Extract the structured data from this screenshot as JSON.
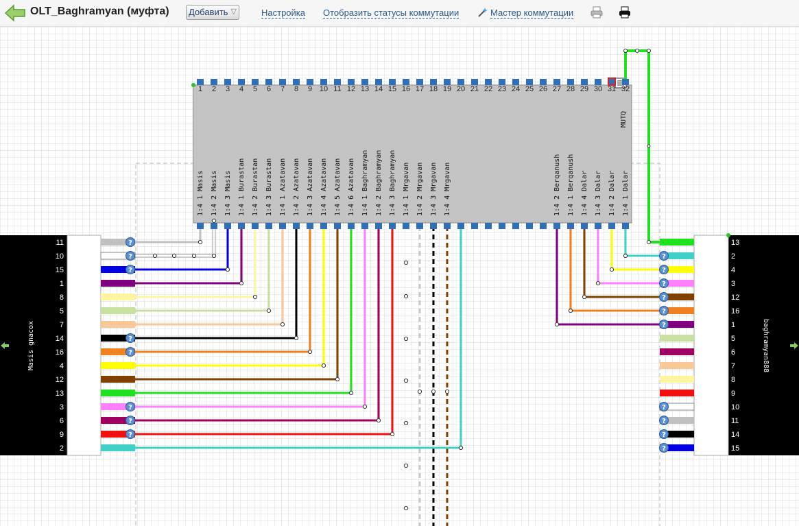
{
  "header": {
    "title": "OLT_Baghramyan (муфта)",
    "add_label": "Добавить",
    "links": [
      "Настройка",
      "Отобразить статусы коммутации",
      "Мастер коммутации"
    ],
    "icons": [
      "back-arrow-icon",
      "wand-icon",
      "print-preview-icon",
      "printer-icon"
    ]
  },
  "splitter": {
    "ports": [
      "1",
      "2",
      "3",
      "4",
      "5",
      "6",
      "7",
      "8",
      "9",
      "10",
      "11",
      "12",
      "13",
      "14",
      "15",
      "16",
      "17",
      "18",
      "19",
      "20",
      "21",
      "22",
      "23",
      "24",
      "25",
      "26",
      "27",
      "28",
      "29",
      "30",
      "31",
      "32"
    ],
    "labels": [
      "1:4 1 Masis",
      "1:4 2 Masis",
      "1:4 3 Masis",
      "1:4 1 Burastan",
      "1:4 2 Burastan",
      "1:4 3 Burastan",
      "1:4 1 Azatavan",
      "1:4 2 Azatavan",
      "1:4 3 Azatavan",
      "1:4 4 Azatavan",
      "1:4 5 Azatavan",
      "1:4 6 Azatavan",
      "1:4 1 Baghramyan",
      "1:4 2 Baghramyan",
      "1:4 3 Baghramyan",
      "1:4 1 Mrgavan",
      "1:4 2 Mrgavan",
      "1:4 3 Mrgavan",
      "1:4 4 Mrgavan",
      "",
      "",
      "",
      "",
      "",
      "",
      "",
      "1:4 2 Berqanush",
      "1:4 1 Berqanush",
      "1:4 4 Dalar",
      "1:4 3 Dalar",
      "1:4 2 Dalar",
      "1:4 1 Dalar"
    ],
    "top_label": "MUTQ"
  },
  "left_cable": {
    "name": "Masis gnacox",
    "fibers": [
      {
        "num": "11",
        "color": "#c0c0c0",
        "info": true
      },
      {
        "num": "10",
        "color": "#ffffff",
        "info": true
      },
      {
        "num": "15",
        "color": "#0000e0",
        "info": true
      },
      {
        "num": "1",
        "color": "#800080",
        "info": false
      },
      {
        "num": "8",
        "color": "#fff4a0",
        "info": false
      },
      {
        "num": "5",
        "color": "#c8e0a0",
        "info": false
      },
      {
        "num": "7",
        "color": "#f8c898",
        "info": false
      },
      {
        "num": "14",
        "color": "#000000",
        "info": true
      },
      {
        "num": "16",
        "color": "#f08020",
        "info": true
      },
      {
        "num": "4",
        "color": "#ffff00",
        "info": false
      },
      {
        "num": "12",
        "color": "#804000",
        "info": false
      },
      {
        "num": "13",
        "color": "#20e020",
        "info": false
      },
      {
        "num": "3",
        "color": "#ff80ff",
        "info": true
      },
      {
        "num": "6",
        "color": "#a00060",
        "info": true
      },
      {
        "num": "9",
        "color": "#f01010",
        "info": true
      },
      {
        "num": "2",
        "color": "#40d0c8",
        "info": false
      }
    ]
  },
  "right_cable": {
    "name": "baghramyan888",
    "fibers": [
      {
        "num": "13",
        "color": "#20e020",
        "info": false
      },
      {
        "num": "2",
        "color": "#40d0c8",
        "info": true
      },
      {
        "num": "4",
        "color": "#ffff00",
        "info": true
      },
      {
        "num": "3",
        "color": "#ff80ff",
        "info": true
      },
      {
        "num": "12",
        "color": "#804000",
        "info": true
      },
      {
        "num": "16",
        "color": "#f08020",
        "info": true
      },
      {
        "num": "1",
        "color": "#800080",
        "info": true
      },
      {
        "num": "5",
        "color": "#c8e0a0",
        "info": false
      },
      {
        "num": "6",
        "color": "#a00060",
        "info": false
      },
      {
        "num": "7",
        "color": "#f8c898",
        "info": false
      },
      {
        "num": "8",
        "color": "#fff4a0",
        "info": false
      },
      {
        "num": "9",
        "color": "#f01010",
        "info": false
      },
      {
        "num": "10",
        "color": "#ffffff",
        "info": true
      },
      {
        "num": "11",
        "color": "#c0c0c0",
        "info": true
      },
      {
        "num": "14",
        "color": "#000000",
        "info": true
      },
      {
        "num": "15",
        "color": "#0000e0",
        "info": true
      }
    ]
  },
  "info_glyph": "?"
}
